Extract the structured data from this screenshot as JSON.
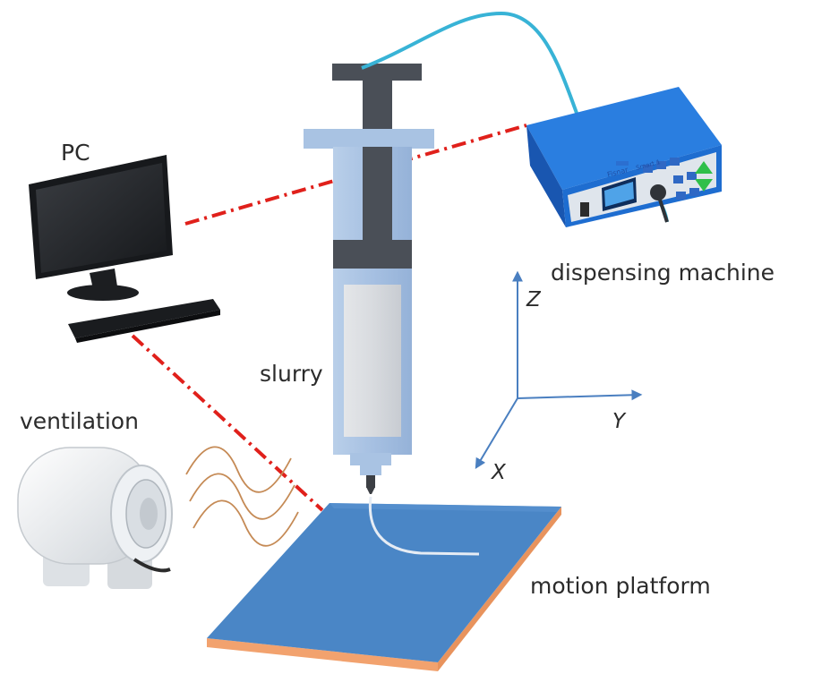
{
  "labels": {
    "pc": "PC",
    "dispensing_machine": "dispensing machine",
    "slurry": "slurry",
    "ventilation": "ventilation",
    "motion_platform": "motion platform"
  },
  "axes": {
    "z": "Z",
    "y": "Y",
    "x": "X"
  },
  "device_panel": {
    "brand": "Fisnar",
    "model": "Smart 1"
  },
  "colors": {
    "link_dash": "#e0201b",
    "syringe_barrel": "#a9c3e3",
    "syringe_plunger": "#4a4f57",
    "tube": "#38b3d6",
    "platform_top": "#4a86c6",
    "platform_edge": "#f2a26e",
    "machine_body": "#1e6dd0",
    "axis": "#4a7fc0",
    "airflow": "#c58a55"
  },
  "icons": [
    "pc-monitor-icon",
    "keyboard-icon",
    "syringe-icon",
    "dispensing-machine-icon",
    "fan-icon",
    "airflow-waves-icon",
    "motion-platform-icon",
    "axis-arrows-icon"
  ]
}
